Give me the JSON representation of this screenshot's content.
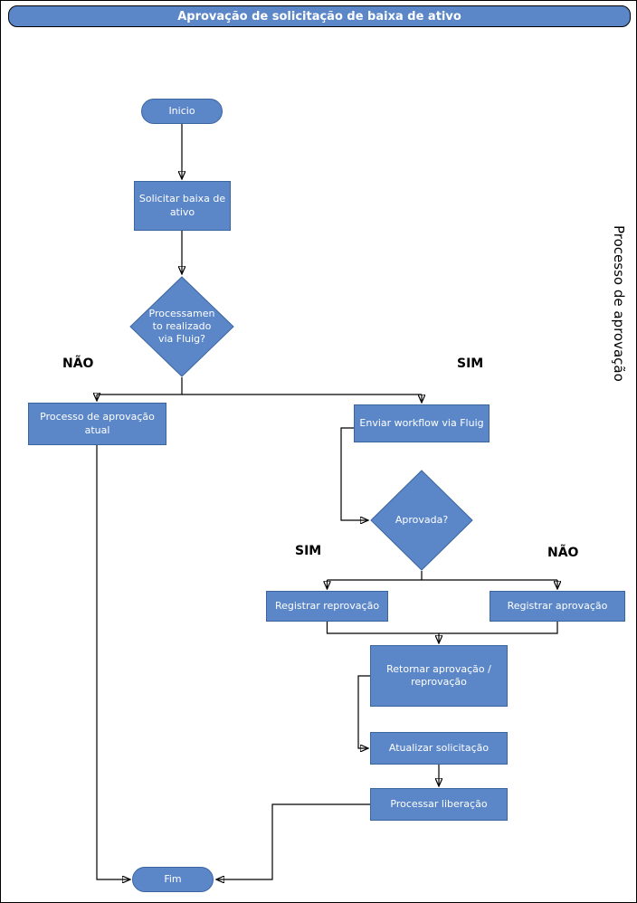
{
  "title": "Aprovação de solicitação de baixa de ativo",
  "lane_label": "Processo de aprovação",
  "nodes": {
    "start": "Inicio",
    "solicitar": "Solicitar baixa de ativo",
    "decision_fluig": "Processamen\nto realizado\nvia Fluig?",
    "processo_atual": "Processo de aprovação atual",
    "enviar_workflow": "Enviar workflow via Fluig",
    "decision_aprovada": "Aprovada?",
    "registrar_reprovacao": "Registrar reprovação",
    "registrar_aprovacao": "Registrar aprovação",
    "retornar": "Retornar aprovação / reprovação",
    "atualizar": "Atualizar solicitação",
    "processar": "Processar liberação",
    "end": "Fim"
  },
  "labels": {
    "no_fluig": "NÃO",
    "yes_fluig": "SIM",
    "yes_aprovada": "SIM",
    "no_aprovada": "NÃO"
  },
  "colors": {
    "shape_fill": "#5b87c9",
    "shape_border": "#3a659f",
    "connector": "#000000"
  }
}
